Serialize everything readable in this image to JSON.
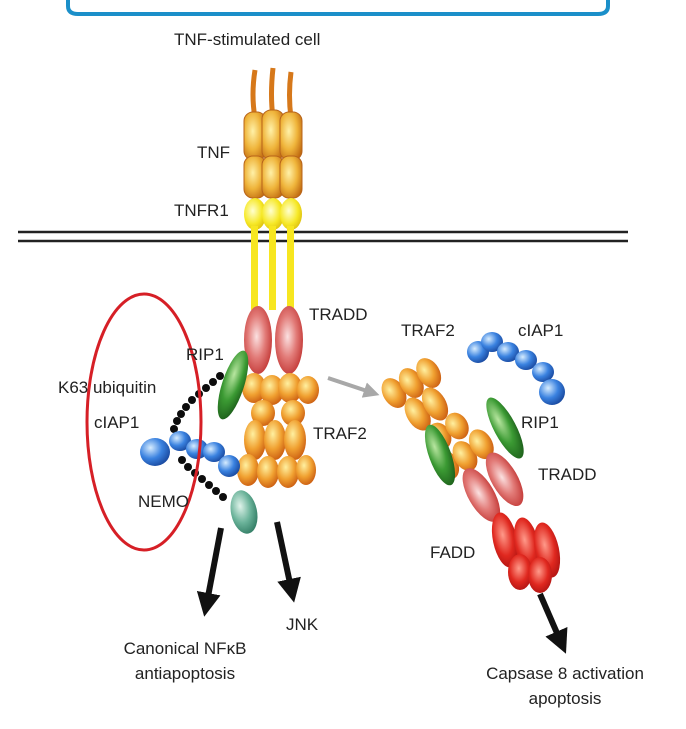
{
  "labels": {
    "cell": "TNF-stimulated cell",
    "tnf": "TNF",
    "tnfr1": "TNFR1",
    "tradd_left": "TRADD",
    "rip1_left": "RIP1",
    "k63": "K63 ubiquitin",
    "ciap1_left": "cIAP1",
    "traf2_left": "TRAF2",
    "nemo": "NEMO",
    "traf2_right": "TRAF2",
    "ciap1_right": "cIAP1",
    "rip1_right": "RIP1",
    "tradd_right": "TRADD",
    "fadd": "FADD"
  },
  "outcomes": {
    "nfkb_line1": "Canonical NFκB",
    "nfkb_line2": "antiapoptosis",
    "jnk": "JNK",
    "caspase_line1": "Capsase 8 activation",
    "caspase_line2": "apoptosis"
  },
  "colors": {
    "top_bar": "#1b8fc9",
    "membrane": "#222222",
    "tnf": "#e39a22",
    "tnfr1": "#f5e21a",
    "tradd": "#d63a35",
    "traf2": "#e07d1c",
    "rip1": "#2f8a2a",
    "ciap1": "#2f6fd0",
    "nemo": "#5aa38b",
    "fadd": "#cf1f1f",
    "highlight": "#d61f26"
  }
}
